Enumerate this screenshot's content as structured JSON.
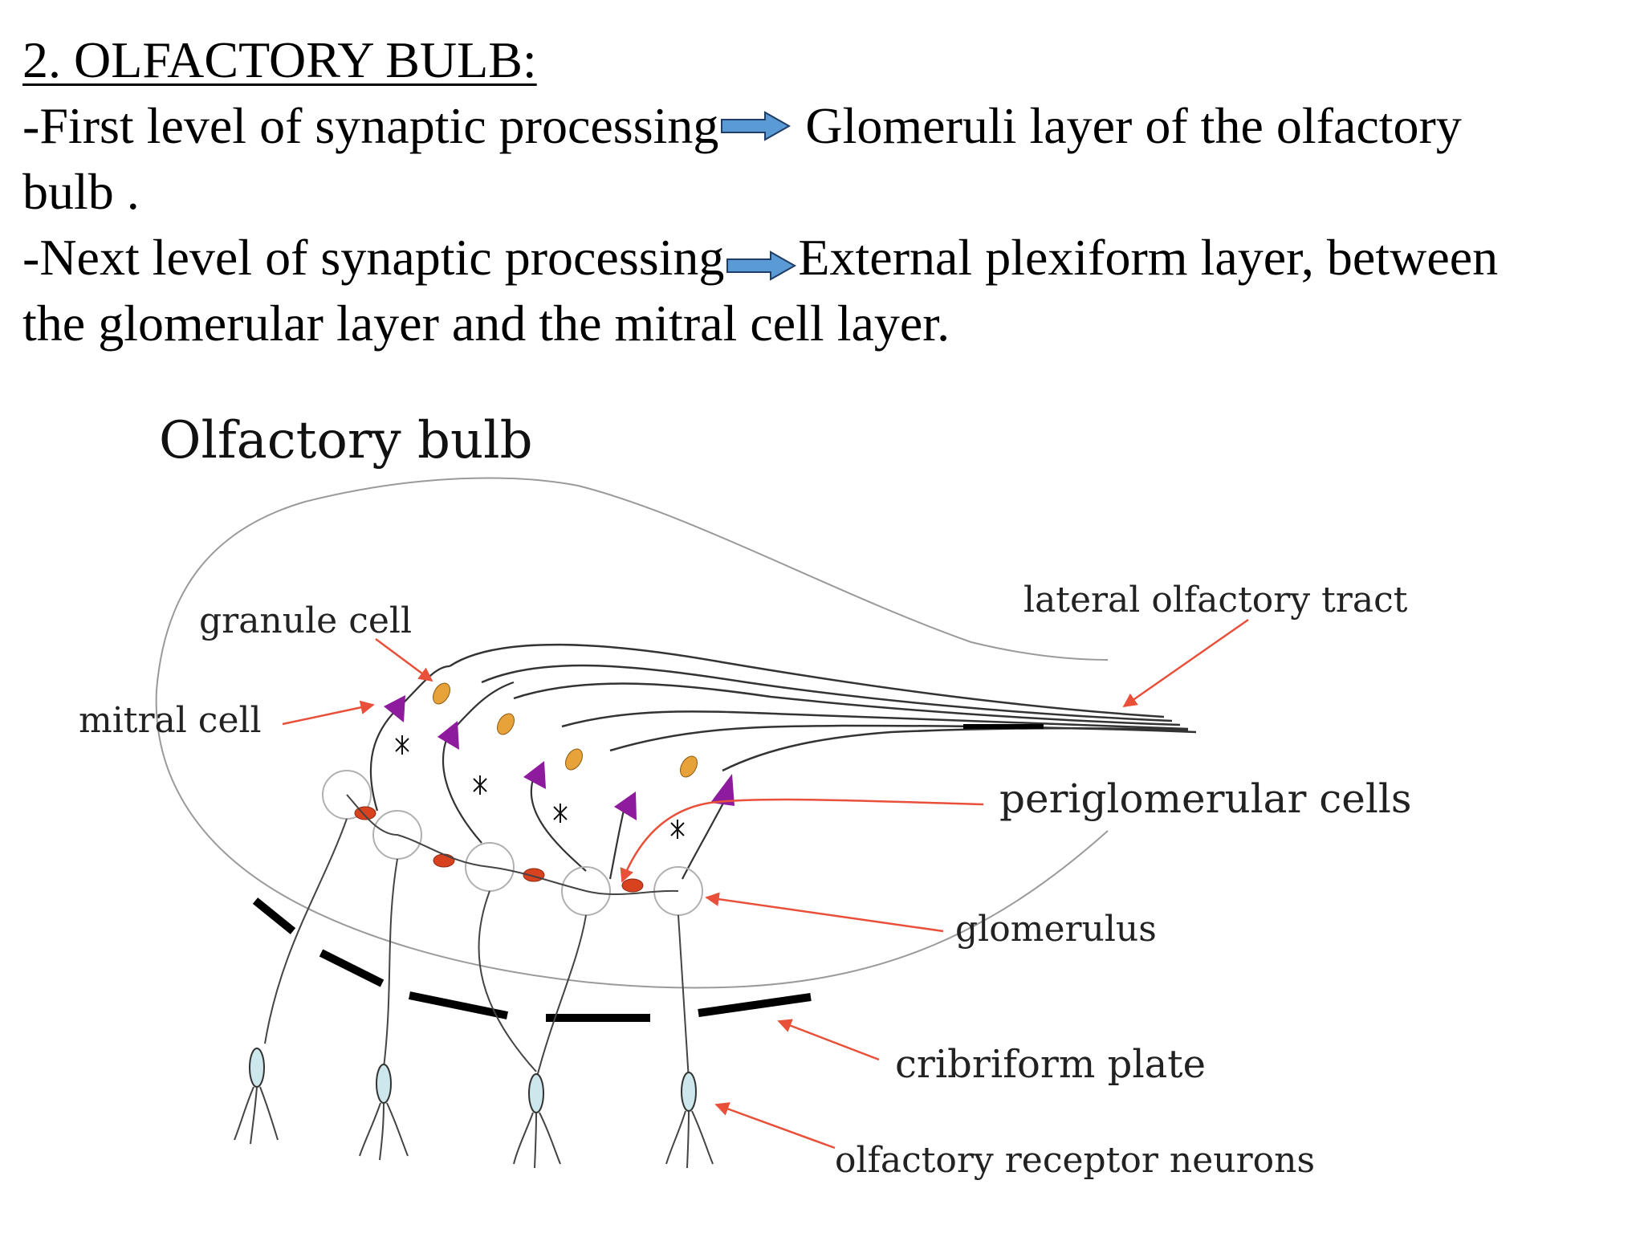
{
  "heading": "2. OLFACTORY BULB:",
  "line1_left": "-First level of synaptic processing",
  "line1_right": " Glomeruli layer of the olfactory",
  "line2": "bulb .",
  "line3_left": "-Next level of synaptic processing",
  "line3_right": "External plexiform layer, between",
  "line4": "the glomerular layer and the mitral cell layer.",
  "diagram": {
    "title": "Olfactory bulb",
    "labels": {
      "granule_cell": "granule cell",
      "mitral_cell": "mitral cell",
      "lateral_olfactory_tract": "lateral olfactory tract",
      "periglomerular_cells": "periglomerular cells",
      "glomerulus": "glomerulus",
      "cribriform_plate": "cribriform plate",
      "olfactory_receptor_neurons": "olfactory receptor neurons"
    }
  },
  "colors": {
    "arrow_fill": "#5b9bd5",
    "label_arrow": "#e8503a",
    "mitral_cell": "#8e1a9e",
    "granule_cell": "#e8a23a",
    "periglomerular_cell": "#d9421e",
    "receptor_body": "#cde8ec"
  }
}
